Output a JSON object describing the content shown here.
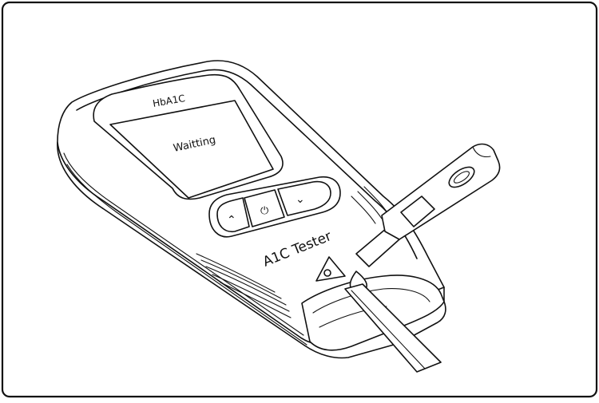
{
  "device": {
    "brand_label": "HbA1C",
    "screen_text": "Waitting",
    "model_label": "A1C Tester"
  },
  "buttons": {
    "up_symbol": "⌃",
    "power_symbol": "⏻",
    "down_symbol": "⌄"
  },
  "colors": {
    "line": "#111111",
    "background": "#ffffff"
  }
}
